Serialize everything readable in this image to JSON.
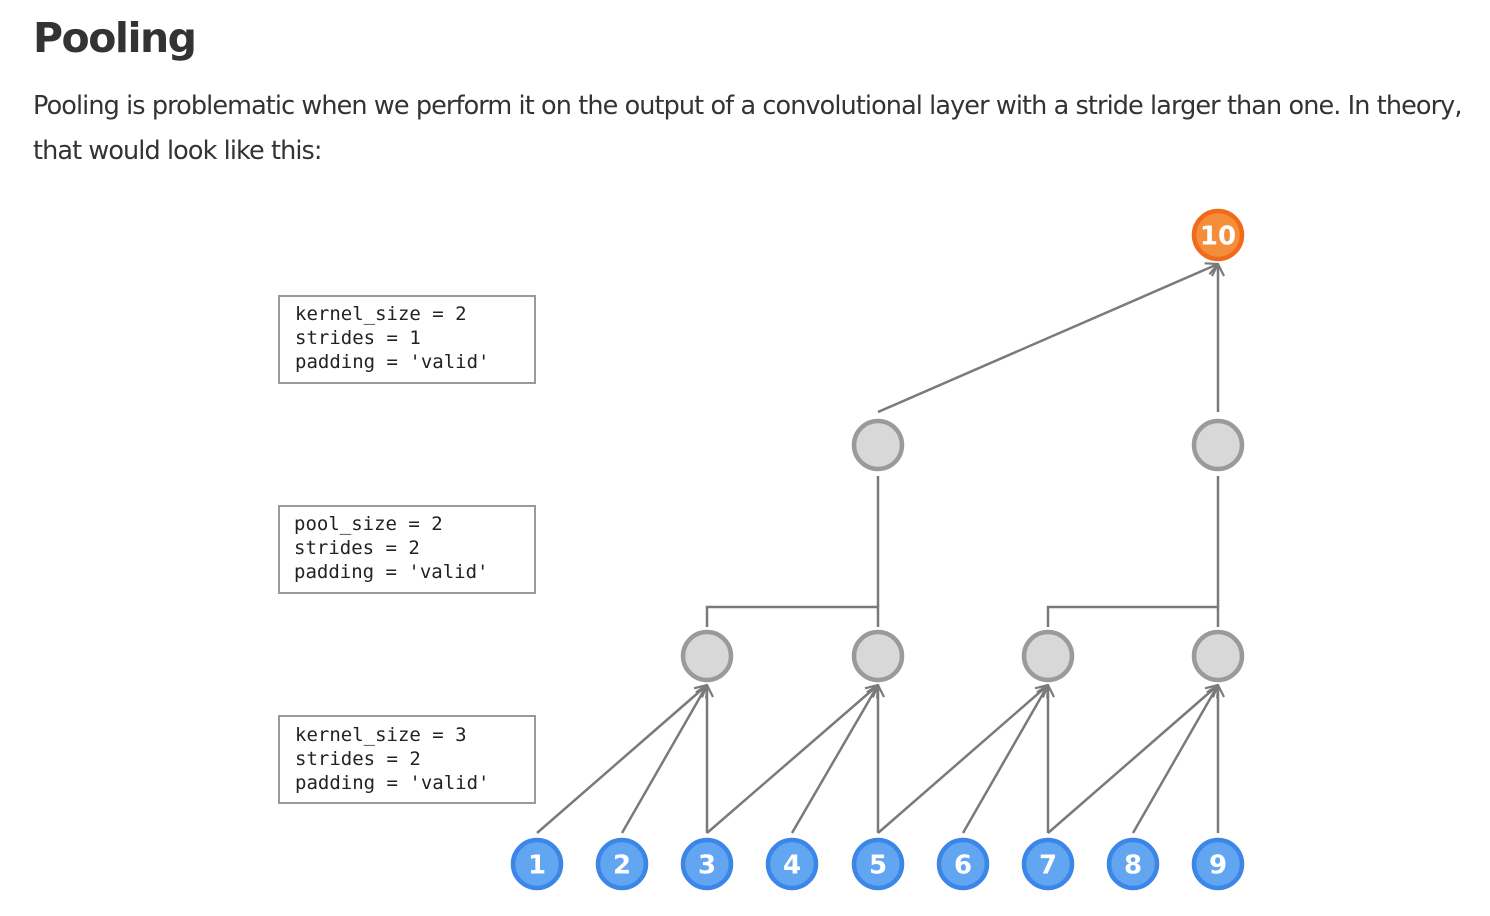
{
  "heading": "Pooling",
  "intro": "Pooling is problematic when we perform it on the output of a convolutional layer with a stride larger than one. In theory, that would look like this:",
  "diagram": {
    "param_boxes": [
      {
        "id": "top-conv",
        "lines": [
          "kernel_size = 2",
          "strides = 1",
          "padding = 'valid'"
        ]
      },
      {
        "id": "pool",
        "lines": [
          "pool_size = 2",
          "strides = 2",
          "padding = 'valid'"
        ]
      },
      {
        "id": "bottom-conv",
        "lines": [
          "kernel_size = 3",
          "strides = 2",
          "padding = 'valid'"
        ]
      }
    ],
    "input_nodes": [
      "1",
      "2",
      "3",
      "4",
      "5",
      "6",
      "7",
      "8",
      "9"
    ],
    "output_node": "10",
    "colors": {
      "input_fill": "#62a5f1",
      "input_stroke": "#3c86e8",
      "hidden_fill": "#d8d8d8",
      "hidden_stroke": "#9a9a9a",
      "output_fill": "#f48e3a",
      "output_stroke": "#f06a1c",
      "edge": "#7a7a7a",
      "box_border": "#9a9a9a"
    }
  }
}
